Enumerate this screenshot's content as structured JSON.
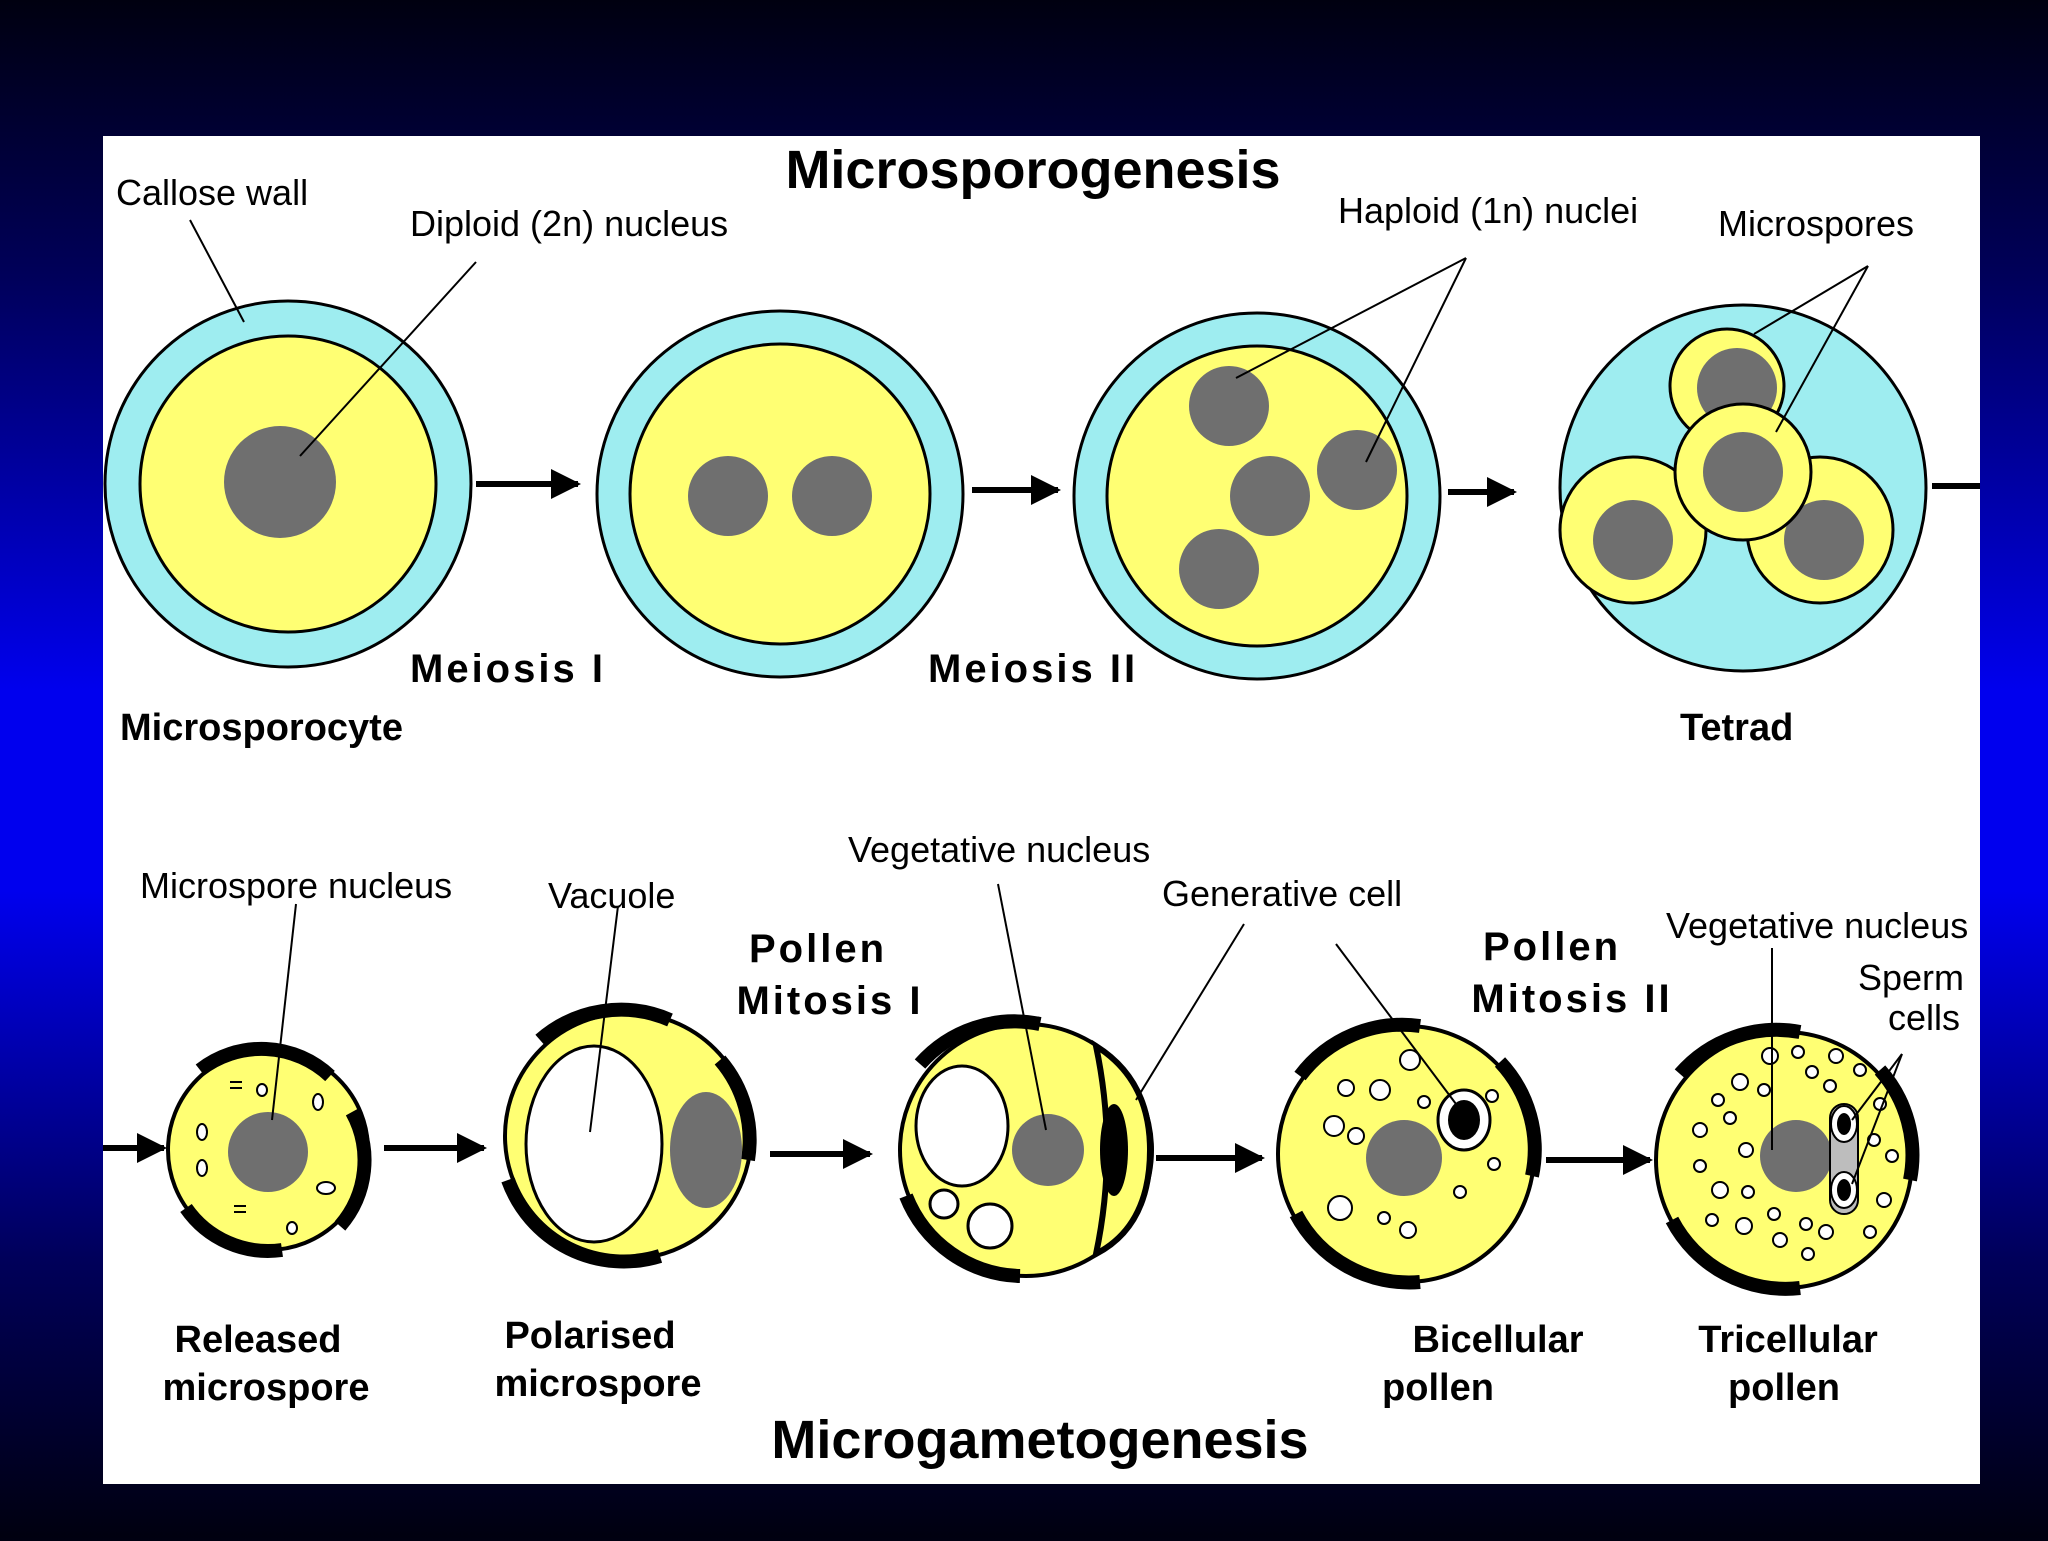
{
  "colors": {
    "cyan": "#9eedf0",
    "yellow": "#ffff73",
    "gray": "#6f6f6f",
    "black": "#000000",
    "panel": "#ffffff"
  },
  "top": {
    "title": "Microsporogenesis",
    "labels": {
      "callose_wall": "Callose wall",
      "diploid_nucleus": "Diploid (2n) nucleus",
      "haploid_nuclei": "Haploid (1n) nuclei",
      "microspores": "Microspores"
    },
    "stages": {
      "meiosis1": "Meiosis I",
      "meiosis2": "Meiosis II",
      "microsporocyte": "Microsporocyte",
      "tetrad": "Tetrad"
    }
  },
  "bottom": {
    "title": "Microgametogenesis",
    "labels": {
      "microspore_nucleus": "Microspore nucleus",
      "vacuole": "Vacuole",
      "vegetative_nucleus_1": "Vegetative nucleus",
      "generative_cell": "Generative cell",
      "vegetative_nucleus_2": "Vegetative nucleus",
      "sperm_cells_1": "Sperm",
      "sperm_cells_2": "cells"
    },
    "stages": {
      "pm1_line1": "Pollen",
      "pm1_line2": "Mitosis I",
      "pm2_line1": "Pollen",
      "pm2_line2": "Mitosis II",
      "released_1": "Released",
      "released_2": "microspore",
      "polarised_1": "Polarised",
      "polarised_2": "microspore",
      "bicellular_1": "Bicellular",
      "bicellular_2": "pollen",
      "tricellular_1": "Tricellular",
      "tricellular_2": "pollen"
    }
  }
}
